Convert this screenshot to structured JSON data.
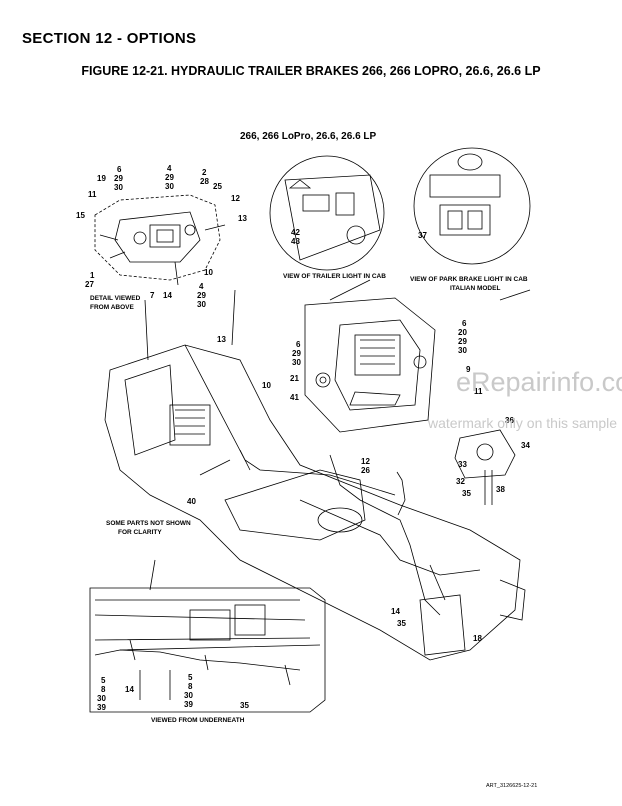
{
  "header": {
    "section_title": "SECTION 12 - OPTIONS",
    "figure_title": "FIGURE 12-21. HYDRAULIC TRAILER BRAKES 266, 266 LOPRO, 26.6, 26.6 LP"
  },
  "diagram": {
    "models_label": "266, 266 LoPro, 26.6, 26.6 LP",
    "captions": {
      "detail_above_1": "DETAIL VIEWED",
      "detail_above_2": "FROM ABOVE",
      "trailer_light": "VIEW OF TRAILER LIGHT IN CAB",
      "park_brake_1": "VIEW OF PARK BRAKE LIGHT IN CAB",
      "park_brake_2": "ITALIAN MODEL",
      "parts_not_shown_1": "SOME PARTS NOT SHOWN",
      "parts_not_shown_2": "FOR CLARITY",
      "underneath": "VIEWED FROM UNDERNEATH"
    },
    "callouts": {
      "c_6_29_30": [
        "6",
        "29",
        "30"
      ],
      "c_4_29_30": [
        "4",
        "29",
        "30"
      ],
      "c_2_28_25": [
        "2",
        "28",
        "25"
      ],
      "c_19": "19",
      "c_11a": "11",
      "c_12a": "12",
      "c_13a": "13",
      "c_15": "15",
      "c_10a": "10",
      "c_1_27": [
        "1",
        "27"
      ],
      "c_7": "7",
      "c_14a": "14",
      "c_4_29_30b": [
        "4",
        "29",
        "30"
      ],
      "c_42_43": [
        "42",
        "43"
      ],
      "c_37": "37",
      "c_6_20_29_30": [
        "6",
        "20",
        "29",
        "30"
      ],
      "c_6_29_30b": [
        "6",
        "29",
        "30"
      ],
      "c_9": "9",
      "c_21": "21",
      "c_41": "41",
      "c_11b": "11",
      "c_13b": "13",
      "c_10b": "10",
      "c_36": "36",
      "c_34": "34",
      "c_12_26": [
        "12",
        "26"
      ],
      "c_33": "33",
      "c_32": "32",
      "c_35a": "35",
      "c_38": "38",
      "c_40": "40",
      "c_14b": "14",
      "c_35b": "35",
      "c_18": "18",
      "c_5_8_30_39a": [
        "5",
        "8",
        "30",
        "39"
      ],
      "c_14c": "14",
      "c_5_8_30_39b": [
        "5",
        "8",
        "30",
        "39"
      ],
      "c_35c": "35"
    }
  },
  "watermark": {
    "site": "eRepairinfo.com",
    "note": "watermark only on this sample"
  },
  "footer": {
    "art_code": "ART_3126625-12-21"
  }
}
